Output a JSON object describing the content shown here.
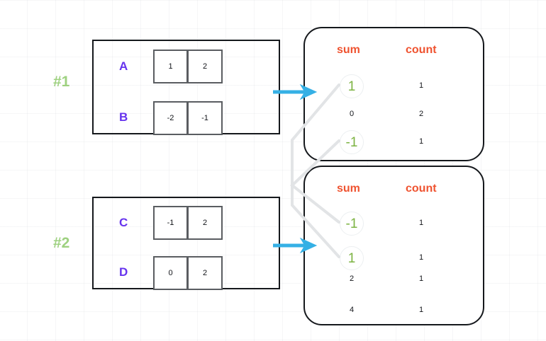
{
  "sections": [
    {
      "tag": "#1",
      "rows": [
        {
          "label": "A",
          "cells": [
            "1",
            "2"
          ]
        },
        {
          "label": "B",
          "cells": [
            "-2",
            "-1"
          ]
        }
      ],
      "result": {
        "headers": {
          "sum": "sum",
          "count": "count"
        },
        "rows": [
          {
            "sum": "1",
            "count": "1",
            "highlight": true
          },
          {
            "sum": "0",
            "count": "2",
            "highlight": false
          },
          {
            "sum": "-1",
            "count": "1",
            "highlight": true
          }
        ]
      }
    },
    {
      "tag": "#2",
      "rows": [
        {
          "label": "C",
          "cells": [
            "-1",
            "2"
          ]
        },
        {
          "label": "D",
          "cells": [
            "0",
            "2"
          ]
        }
      ],
      "result": {
        "headers": {
          "sum": "sum",
          "count": "count"
        },
        "rows": [
          {
            "sum": "-1",
            "count": "1",
            "highlight": true
          },
          {
            "sum": "1",
            "count": "1",
            "highlight": true
          },
          {
            "sum": "2",
            "count": "1",
            "highlight": false
          },
          {
            "sum": "4",
            "count": "1",
            "highlight": false
          }
        ]
      }
    }
  ],
  "colors": {
    "accent_header": "#ef5330",
    "highlight_green": "#7cb342",
    "tag_green": "#8ec96a",
    "row_label_purple": "#6633ee",
    "arrow_blue": "#35b0e5",
    "link_gray": "#e2e4e6",
    "panel_border": "#15181c",
    "cell_border": "#5a5d61",
    "grid": "#c8cdd2"
  },
  "icons": {
    "flow_arrow_top": "right-arrow-icon",
    "flow_arrow_bottom": "right-arrow-icon",
    "link_upper": "match-link-icon",
    "link_lower": "match-link-icon"
  }
}
